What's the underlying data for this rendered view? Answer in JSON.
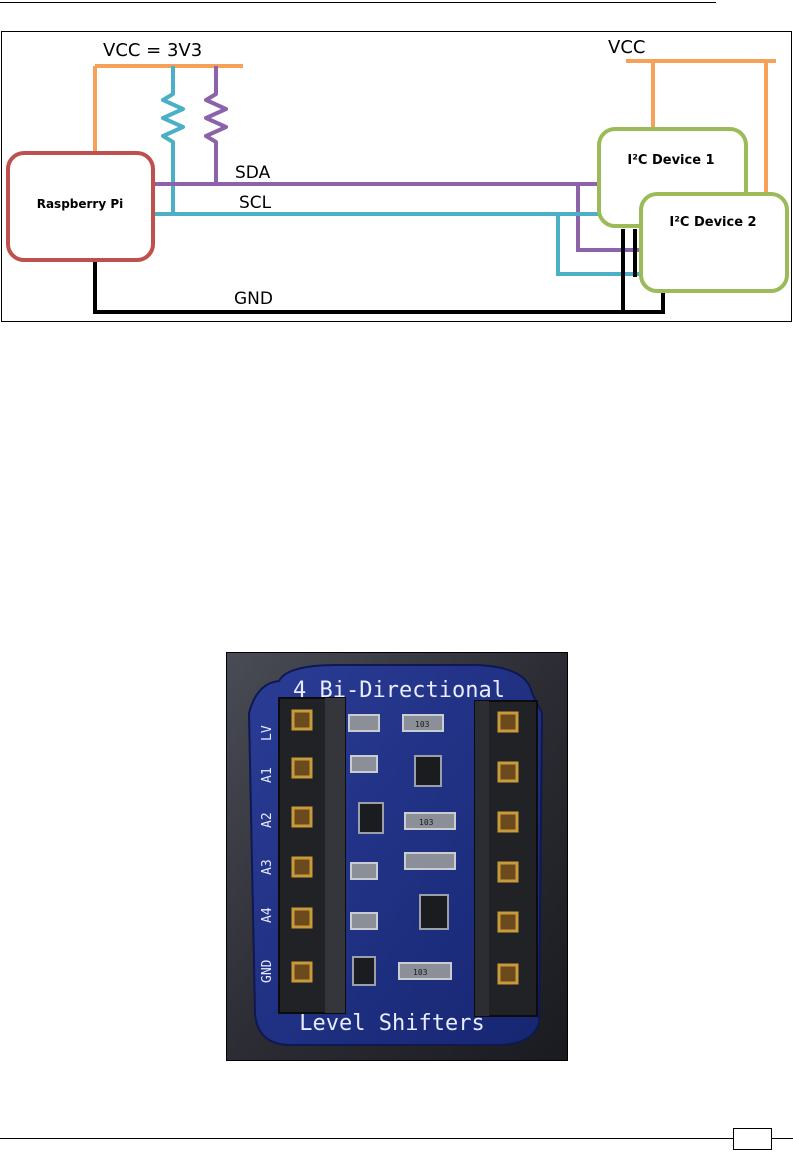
{
  "diagram": {
    "vcc_left_label": "VCC = 3V3",
    "vcc_right_label": "VCC",
    "sda_label": "SDA",
    "scl_label": "SCL",
    "gnd_label": "GND",
    "raspberry_pi_label": "Raspberry Pi",
    "device1_label": "I²C Device 1",
    "device2_label": "I²C Device 2",
    "colors": {
      "vcc": "#f5a15a",
      "sda": "#8c62ab",
      "scl": "#4bafc8",
      "gnd": "#000000",
      "raspberry_pi_box": "#c0504d",
      "device_box": "#9bbb59"
    }
  },
  "photo": {
    "board_top_text": "4 Bi-Directional",
    "board_bottom_text": "Level Shifters",
    "side_pin_labels": [
      "GND",
      "A4",
      "A3",
      "A2",
      "A1",
      "LV"
    ],
    "resistor_marking": "103",
    "board_color": "#1f2f80"
  }
}
